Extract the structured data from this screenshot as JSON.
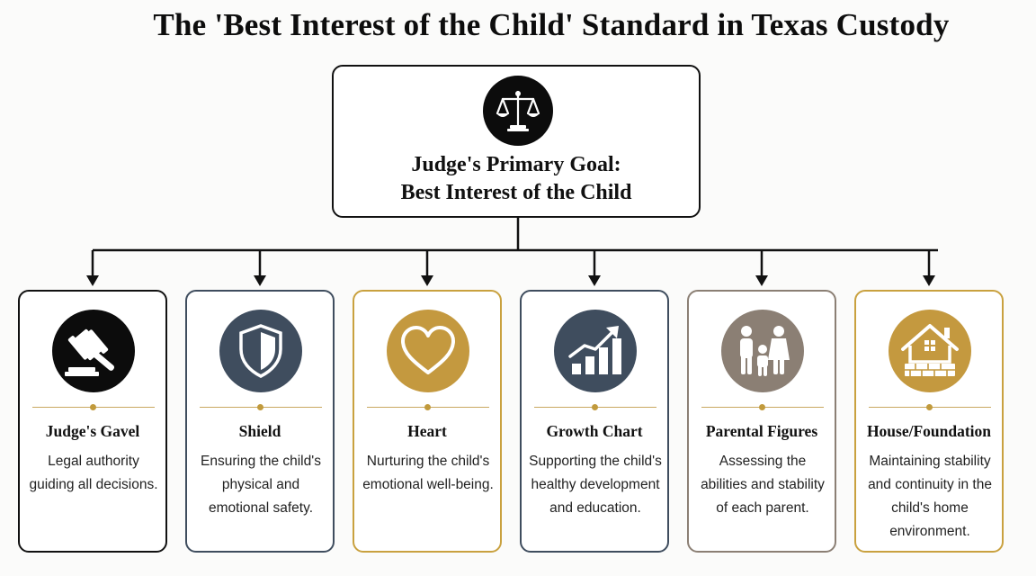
{
  "title": "The 'Best Interest of the Child' Standard in Texas Custody",
  "main": {
    "line1": "Judge's Primary Goal:",
    "line2": "Best Interest of the Child",
    "icon": "scales-of-justice-icon"
  },
  "colors": {
    "black": "#0c0c0c",
    "slate": "#3f4d5e",
    "gold": "#c4993f",
    "taupe": "#8b7f74",
    "accent_line": "#c9a860"
  },
  "cards": [
    {
      "title": "Judge's Gavel",
      "desc": "Legal authority guiding all decisions.",
      "icon": "gavel-icon",
      "color": "#0c0c0c",
      "border": "#111111"
    },
    {
      "title": "Shield",
      "desc": "Ensuring the child's physical and emotional safety.",
      "icon": "shield-icon",
      "color": "#3f4d5e",
      "border": "#3f4d5e"
    },
    {
      "title": "Heart",
      "desc": "Nurturing the child's emotional well-being.",
      "icon": "heart-icon",
      "color": "#c4993f",
      "border": "#c9a13f"
    },
    {
      "title": "Growth Chart",
      "desc": "Supporting the child's healthy development and education.",
      "icon": "growth-chart-icon",
      "color": "#3f4d5e",
      "border": "#3f4d5e"
    },
    {
      "title": "Parental Figures",
      "desc": "Assessing the abilities and stability of each parent.",
      "icon": "family-icon",
      "color": "#8b7f74",
      "border": "#8b7f74"
    },
    {
      "title": "House/Foundation",
      "desc": "Maintaining stability and continuity in the child's home environment.",
      "icon": "house-icon",
      "color": "#c4993f",
      "border": "#c9a13f"
    }
  ]
}
